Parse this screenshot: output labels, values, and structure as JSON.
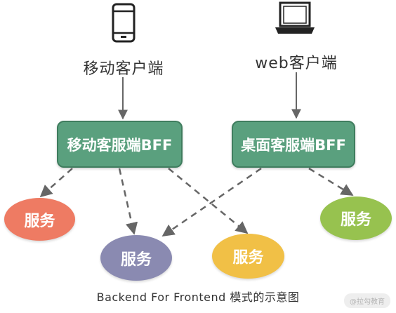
{
  "clients": {
    "mobile": {
      "label": "移动客户端",
      "icon": "mobile-phone-icon"
    },
    "web": {
      "label": "web客户端",
      "icon": "laptop-icon"
    }
  },
  "bff": {
    "mobile": {
      "label": "移动客服端BFF"
    },
    "desktop": {
      "label": "桌面客服端BFF"
    }
  },
  "services": [
    {
      "label": "服务",
      "color": "#ee7b63"
    },
    {
      "label": "服务",
      "color": "#8a8ab1"
    },
    {
      "label": "服务",
      "color": "#f1c046"
    },
    {
      "label": "服务",
      "color": "#97c24f"
    }
  ],
  "caption": "Backend For Frontend 模式的示意图",
  "watermark": "@拉勾教育",
  "colors": {
    "bff_fill": "#5aa07e",
    "bff_border": "#3f7d5e",
    "arrow": "#666666",
    "text": "#333333"
  }
}
